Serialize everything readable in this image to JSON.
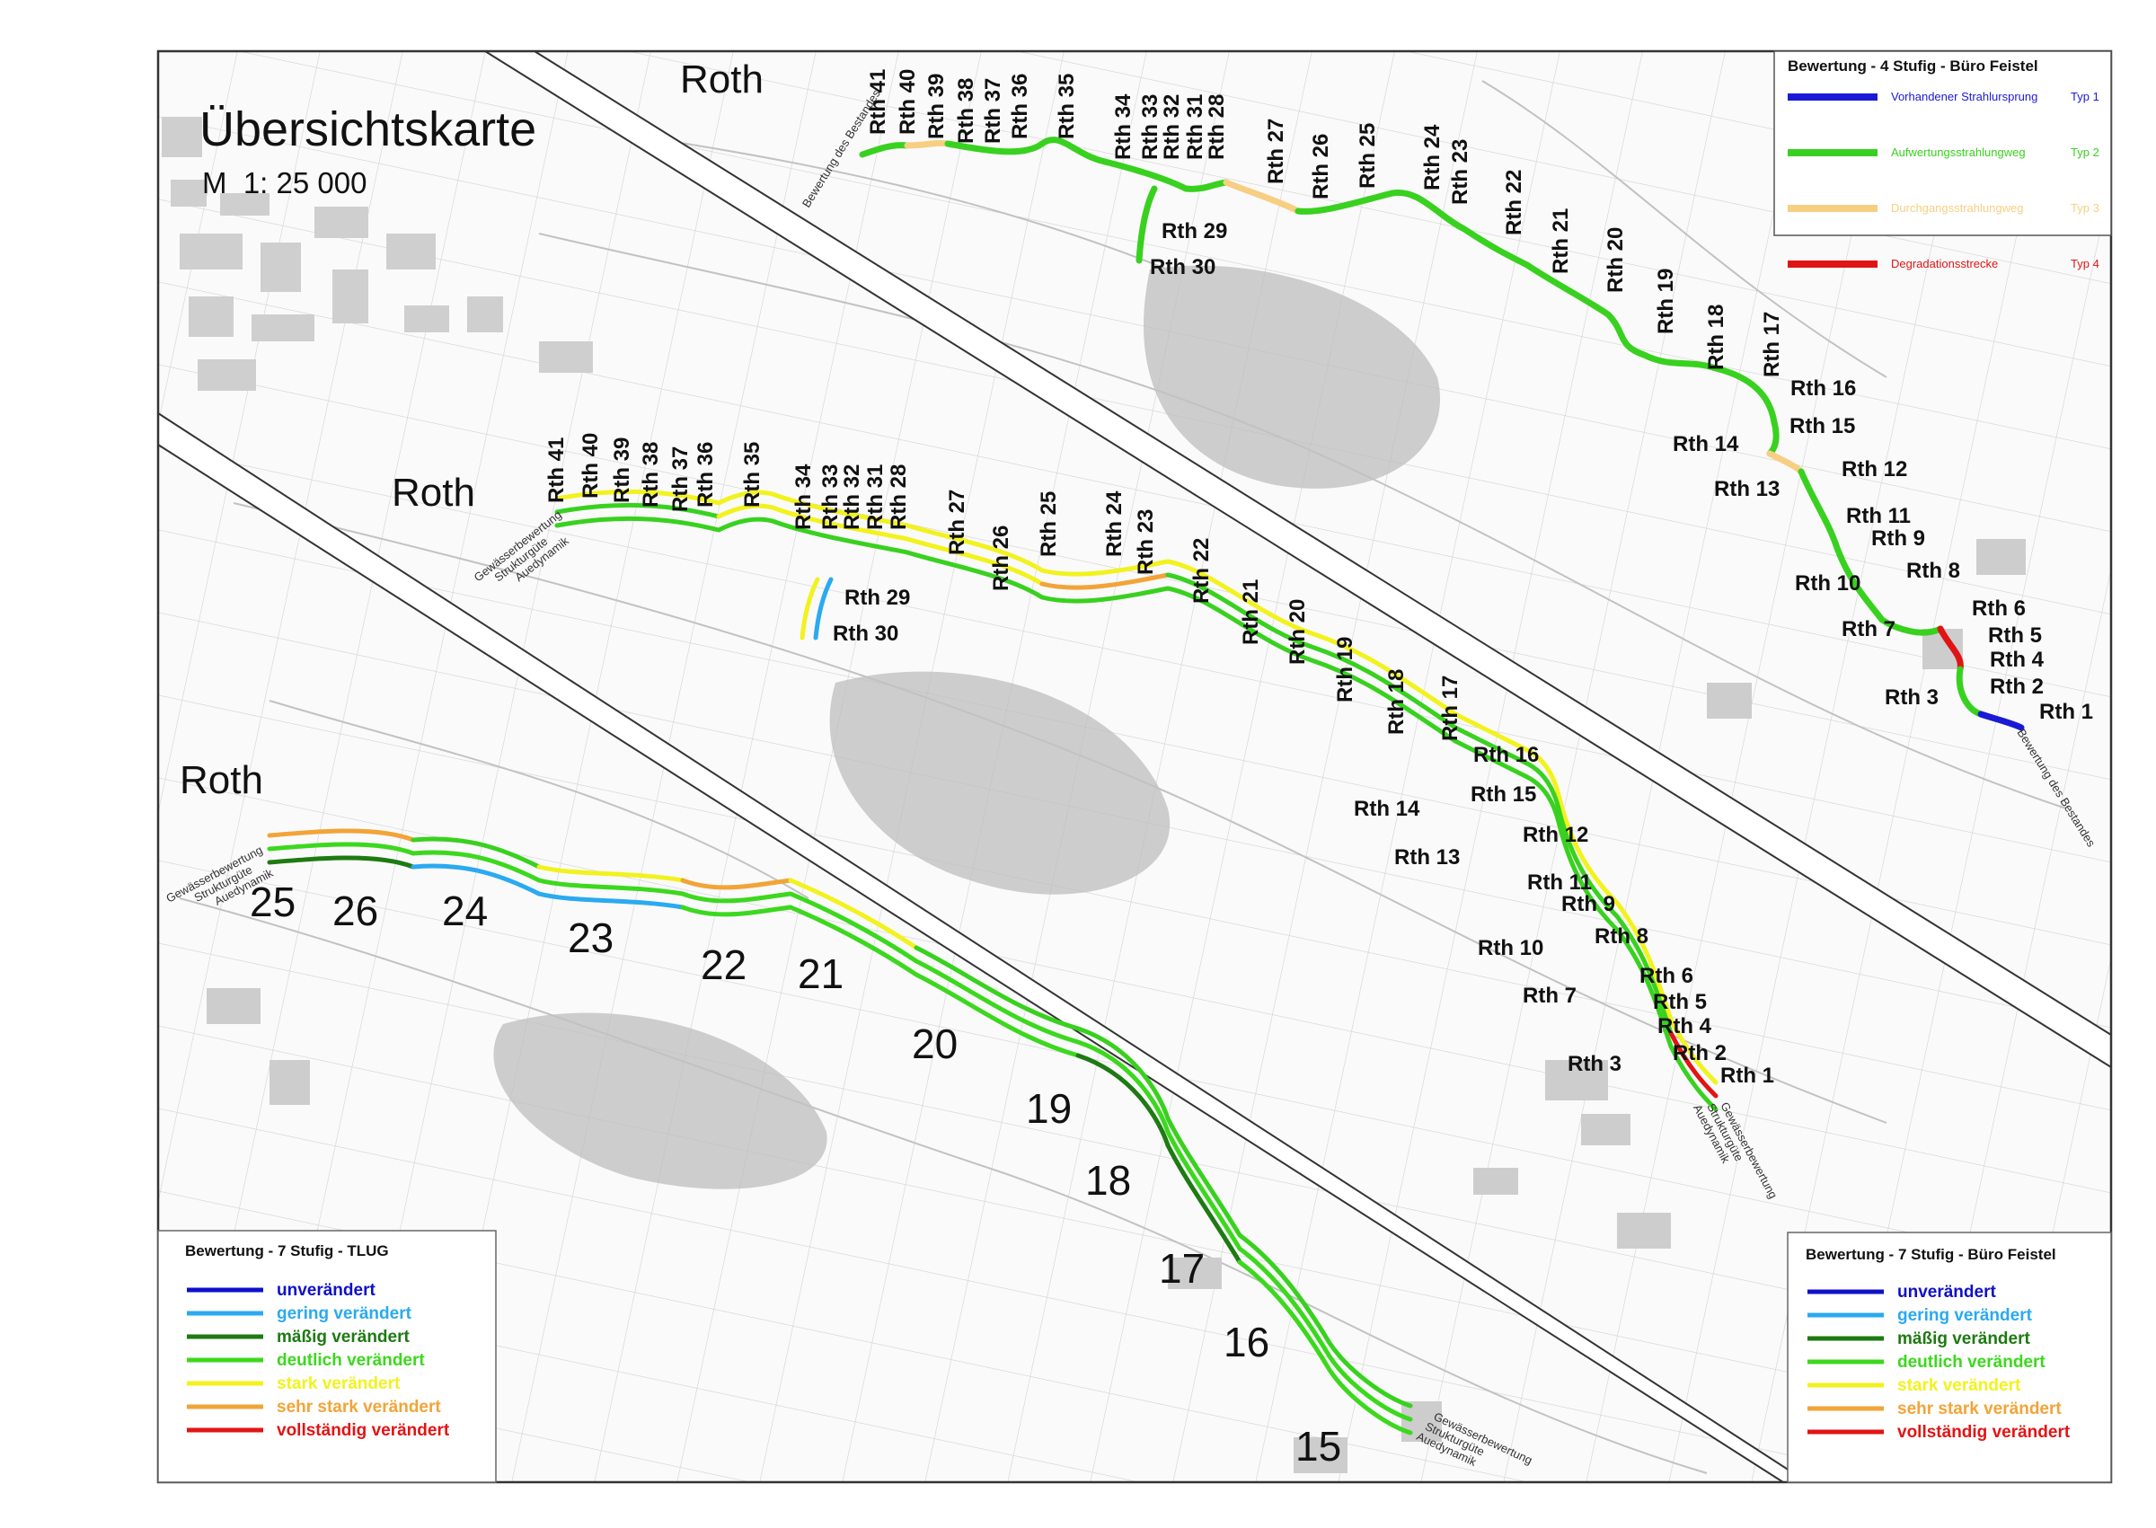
{
  "map": {
    "title": "Übersichtskarte",
    "scale": "M  1: 25 000"
  },
  "panels": {
    "top": {
      "place": "Roth",
      "start_note": "Bewertung des Bestandes",
      "end_note": "Bewertung des Bestandes"
    },
    "middle": {
      "place": "Roth",
      "track_labels_start": [
        "Gewässerbewertung",
        "Strukturgüte",
        "Auedynamik"
      ],
      "track_labels_end": [
        "Gewässerbewertung",
        "Strukturgüte",
        "Auedynamik"
      ]
    },
    "bottom": {
      "place": "Roth",
      "track_labels_start": [
        "Gewässerbewertung",
        "Strukturgüte",
        "Auedynamik"
      ],
      "track_labels_end": [
        "Gewässerbewertung",
        "Strukturgüte",
        "Auedynamik"
      ]
    }
  },
  "segment_labels": {
    "rth_vertical": [
      "Rth 41",
      "Rth 40",
      "Rth 39",
      "Rth 38",
      "Rth 37",
      "Rth 36",
      "Rth 35",
      "Rth 34",
      "Rth 33",
      "Rth 32",
      "Rth 31",
      "Rth 28",
      "Rth 27",
      "Rth 26",
      "Rth 25",
      "Rth 24",
      "Rth 23",
      "Rth 22",
      "Rth 21",
      "Rth 20",
      "Rth 19",
      "Rth 18",
      "Rth 17"
    ],
    "rth_horizontal": [
      "Rth 29",
      "Rth 30",
      "Rth 16",
      "Rth 15",
      "Rth 14",
      "Rth 13",
      "Rth 12",
      "Rth 11",
      "Rth 9",
      "Rth 8",
      "Rth 10",
      "Rth 7",
      "Rth 6",
      "Rth 5",
      "Rth 4",
      "Rth 3",
      "Rth 2",
      "Rth 1"
    ],
    "bottom_numbers": [
      "25",
      "26",
      "24",
      "23",
      "22",
      "21",
      "20",
      "19",
      "18",
      "17",
      "16",
      "15"
    ]
  },
  "legend_4stufig": {
    "title": "Bewertung - 4 Stufig - Büro Feistel",
    "items": [
      {
        "label": "Vorhandener Strahlursprung",
        "type": "Typ 1",
        "color": "#1a1ad6"
      },
      {
        "label": "Aufwertungsstrahlungweg",
        "type": "Typ 2",
        "color": "#39d11f"
      },
      {
        "label": "Durchgangsstrahlungweg",
        "type": "Typ 3",
        "color": "#f7cf83"
      },
      {
        "label": "Degradationsstrecke",
        "type": "Typ 4",
        "color": "#e01414"
      }
    ]
  },
  "legend_7_tlug": {
    "title": "Bewertung - 7 Stufig - TLUG",
    "items": [
      {
        "label": "unverändert",
        "color": "#1010c8"
      },
      {
        "label": "gering verändert",
        "color": "#2aaaf0"
      },
      {
        "label": "mäßig verändert",
        "color": "#1e7a12"
      },
      {
        "label": "deutlich verändert",
        "color": "#3cd81e"
      },
      {
        "label": "stark verändert",
        "color": "#f2f21e"
      },
      {
        "label": "sehr stark verändert",
        "color": "#f2a438"
      },
      {
        "label": "vollständig verändert",
        "color": "#e21414"
      }
    ]
  },
  "legend_7_feistel": {
    "title": "Bewertung - 7 Stufig - Büro Feistel",
    "items": [
      {
        "label": "unverändert",
        "color": "#1010c8"
      },
      {
        "label": "gering verändert",
        "color": "#2aaaf0"
      },
      {
        "label": "mäßig verändert",
        "color": "#1e7a12"
      },
      {
        "label": "deutlich verändert",
        "color": "#3cd81e"
      },
      {
        "label": "stark verändert",
        "color": "#f2f21e"
      },
      {
        "label": "sehr stark verändert",
        "color": "#f2a438"
      },
      {
        "label": "vollständig verändert",
        "color": "#e21414"
      }
    ]
  },
  "colors": {
    "border": "#333333",
    "basemap": "#d6d6d6",
    "basemap_dark": "#b8b8b8"
  }
}
